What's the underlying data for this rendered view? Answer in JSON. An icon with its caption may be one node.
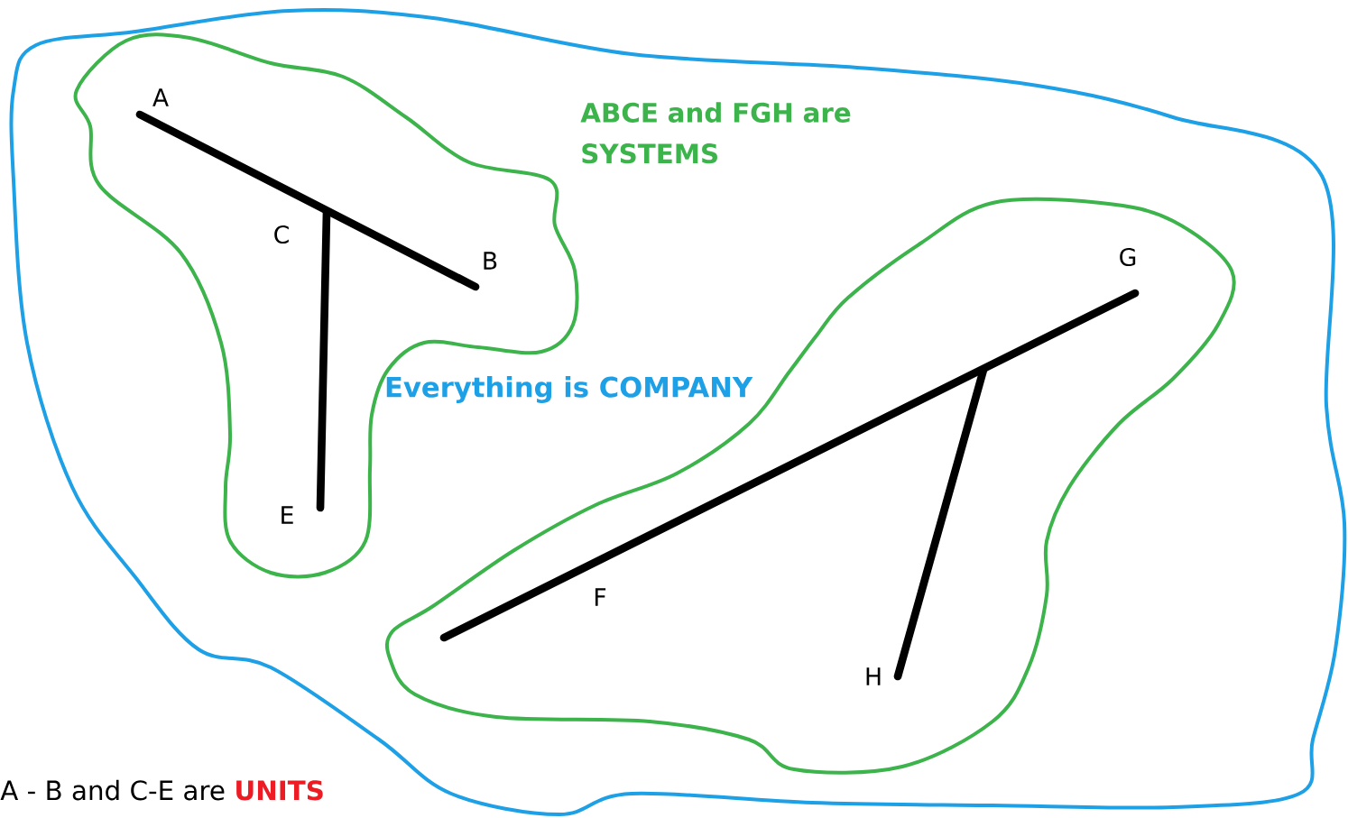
{
  "diagram": {
    "nodes": [
      {
        "text": [
          "Everything is COMPANY"
        ]
      },
      {
        "text": [],
        "shape": "cloud",
        "in": 0
      },
      {
        "text": [
          "A"
        ],
        "in": 1
      },
      {
        "text": [
          "C"
        ],
        "in": 1
      },
      {
        "text": [
          "B"
        ],
        "in": 1
      },
      {
        "text": [
          "E"
        ],
        "in": 1
      },
      {
        "text": [],
        "shape": "cloud",
        "in": 0
      },
      {
        "text": [
          "G"
        ],
        "in": 6
      },
      {
        "text": [
          "H"
        ],
        "in": 6
      }
    ],
    "edges": [
      {
        "from": 2,
        "to": 4,
        "arrow": "none"
      },
      {
        "from": 3,
        "to": 5,
        "arrow": "none"
      },
      {
        "from": null,
        "to": 7,
        "arrow": "none",
        "label": "F"
      },
      {
        "from": 8,
        "to": null,
        "arrow": "none"
      }
    ],
    "labels": [
      "ABCE and FGH are SYSTEMS",
      "A - B and C-E are",
      "UNITS"
    ]
  }
}
